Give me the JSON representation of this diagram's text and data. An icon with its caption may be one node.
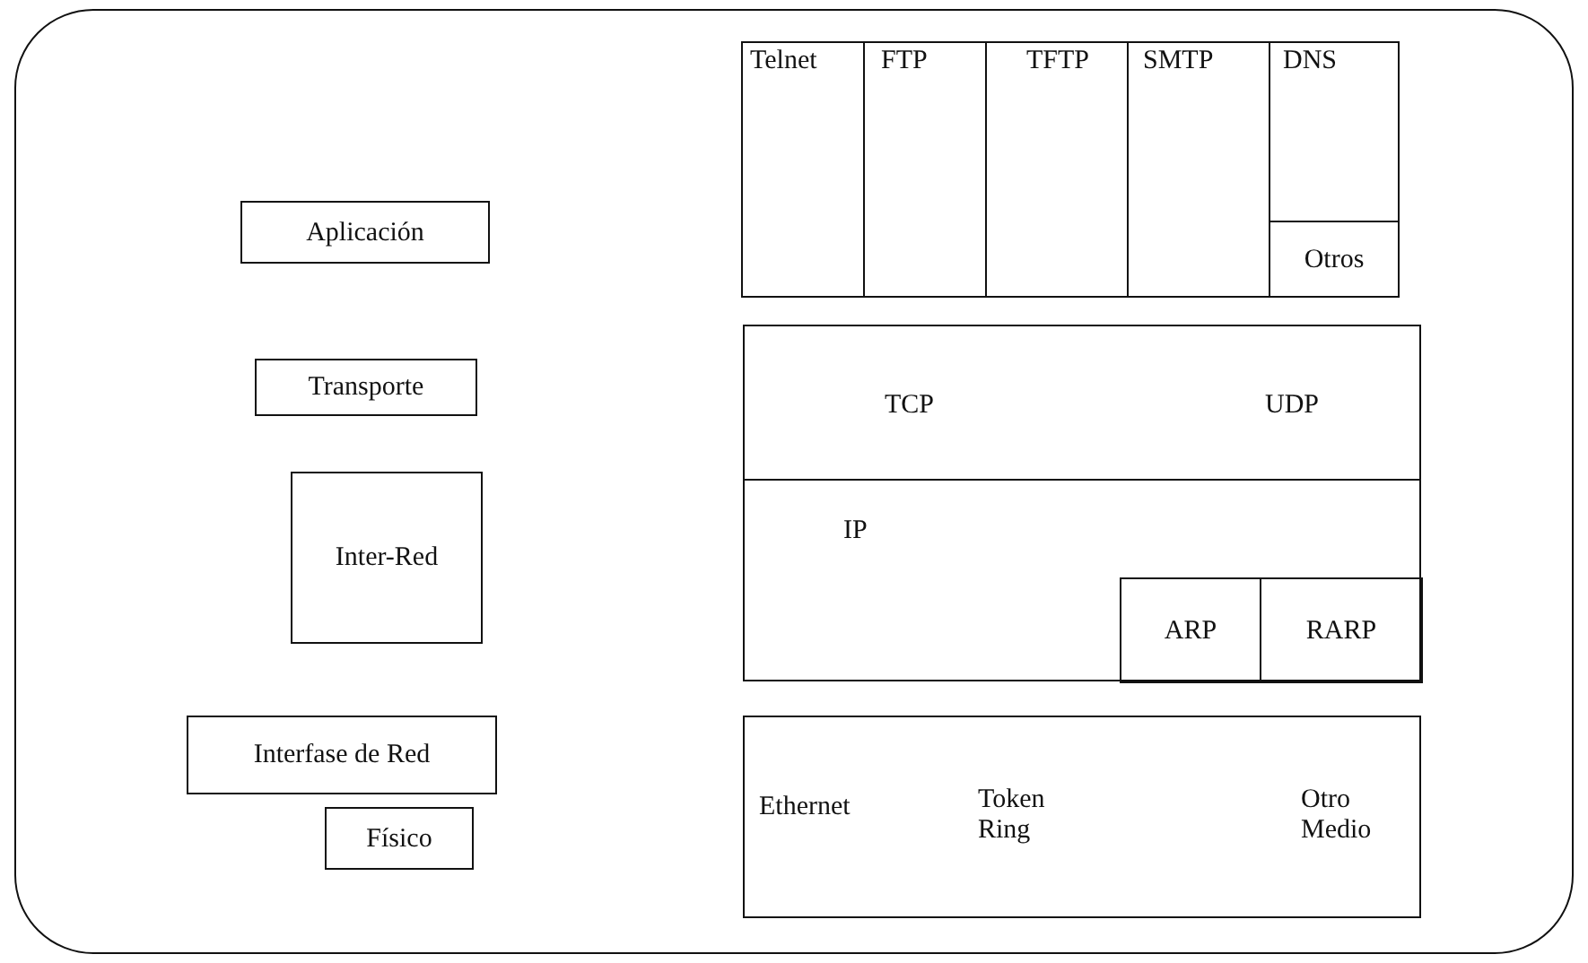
{
  "diagram": {
    "nodes": [
      {
        "text": [],
        "shape": "box"
      },
      {
        "text": [
          "Aplicación"
        ],
        "in": 0
      },
      {
        "text": [
          "Transporte"
        ],
        "in": 0
      },
      {
        "text": [
          "Inter-Red"
        ],
        "in": 0
      },
      {
        "text": [
          "Interfase de Red"
        ],
        "in": 0
      },
      {
        "text": [
          "Físico"
        ],
        "in": 0
      },
      {
        "text": [
          "Telnet"
        ],
        "in": 0
      },
      {
        "text": [
          "FTP"
        ],
        "in": 0
      },
      {
        "text": [
          "TFTP"
        ],
        "in": 0
      },
      {
        "text": [
          "SMTP"
        ],
        "in": 0
      },
      {
        "text": [
          "DNS"
        ],
        "in": 0
      },
      {
        "text": [
          "Otros"
        ],
        "in": 0
      },
      {
        "text": [
          "TCP",
          "UDP"
        ],
        "in": 0
      },
      {
        "text": [
          "IP"
        ],
        "in": 0
      },
      {
        "text": [
          "ARP"
        ],
        "in": 13
      },
      {
        "text": [
          "RARP"
        ],
        "in": 13
      },
      {
        "text": [
          "Ethernet",
          "Token Ring",
          "Otro Medio"
        ],
        "in": 0
      }
    ]
  }
}
